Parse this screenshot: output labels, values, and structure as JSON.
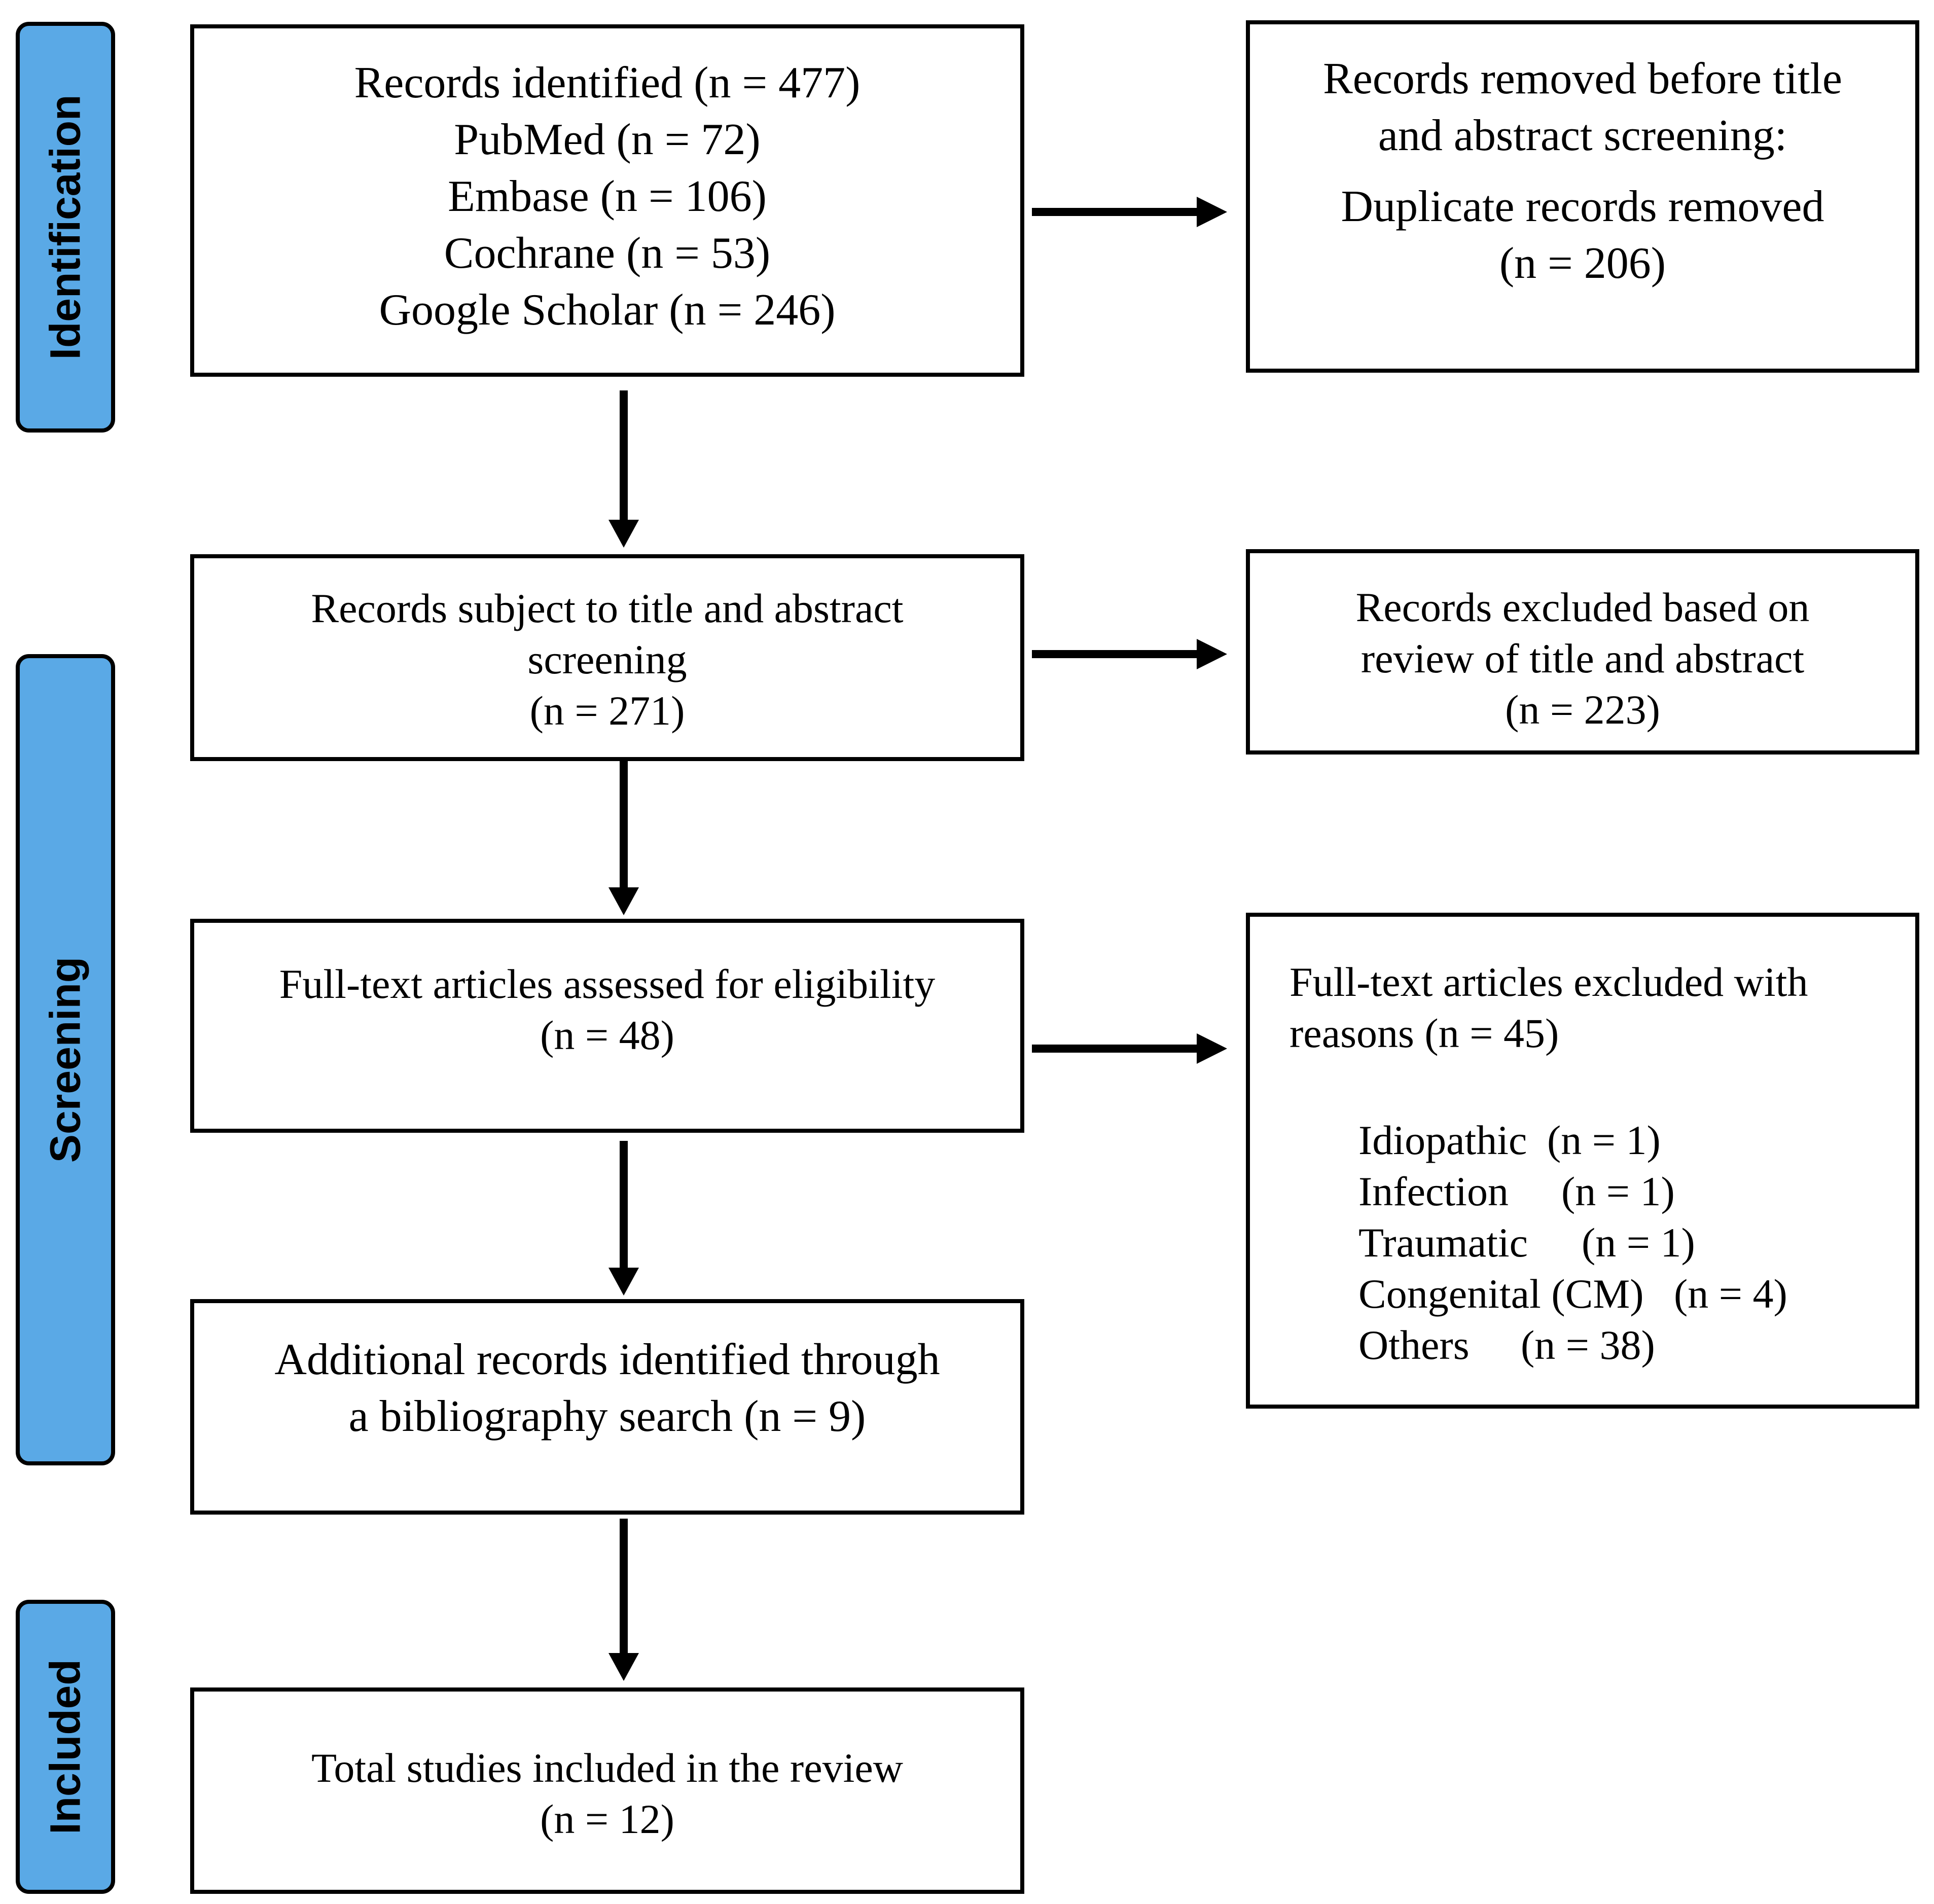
{
  "phases": {
    "identification": "Identification",
    "screening": "Screening",
    "included": "Included"
  },
  "boxes": {
    "records_identified": [
      "Records identified (n = 477)",
      "PubMed (n = 72)",
      "Embase (n = 106)",
      "Cochrane (n = 53)",
      "Google Scholar (n = 246)"
    ],
    "records_removed": {
      "heading": [
        "Records removed before title",
        "and abstract screening:"
      ],
      "detail": [
        "Duplicate records removed",
        "(n = 206)"
      ]
    },
    "title_abstract_screening": [
      "Records subject to title and abstract",
      "screening",
      "(n = 271)"
    ],
    "excluded_title_abstract": [
      "Records excluded based on",
      "review of title and abstract",
      "(n = 223)"
    ],
    "full_text_assessed": [
      "Full-text articles assessed for eligibility",
      "(n = 48)"
    ],
    "full_text_excluded": {
      "heading": [
        "Full-text articles excluded with",
        "reasons (n = 45)"
      ],
      "reasons": [
        {
          "label": "Idiopathic",
          "count": "(n = 1)"
        },
        {
          "label": "Infection",
          "count": "(n = 1)"
        },
        {
          "label": "Traumatic",
          "count": "(n = 1)"
        },
        {
          "label": "Congenital (CM)",
          "count": "(n = 4)"
        },
        {
          "label": "Others",
          "count": "(n = 38)"
        }
      ]
    },
    "additional_records": [
      "Additional records identified through",
      "a bibliography search (n = 9)"
    ],
    "total_included": [
      "Total studies included in the review",
      "(n = 12)"
    ]
  }
}
